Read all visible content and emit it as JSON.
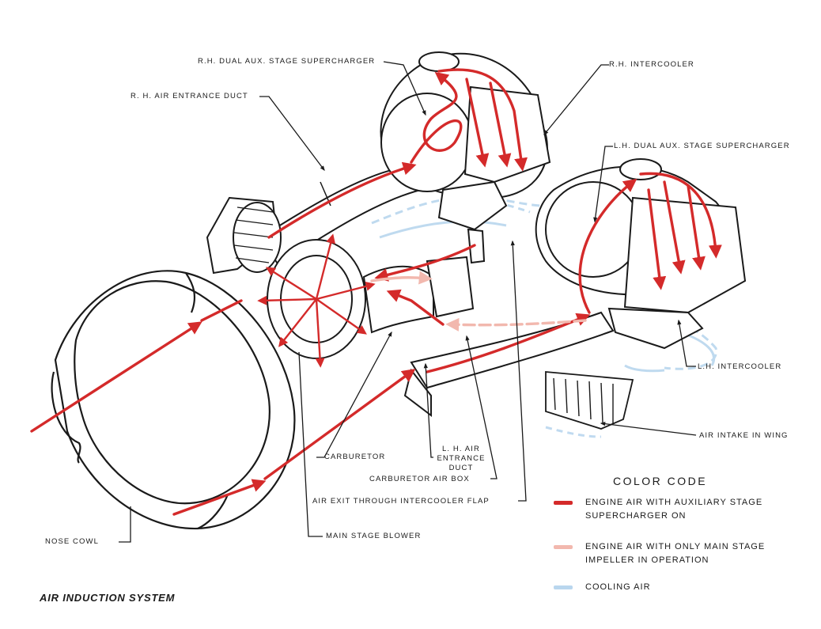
{
  "title": "AIR INDUCTION SYSTEM",
  "labels": {
    "rh_dual_aux": "R.H. DUAL AUX. STAGE SUPERCHARGER",
    "rh_intercooler": "R.H. INTERCOOLER",
    "rh_air_entrance": "R. H. AIR ENTRANCE DUCT",
    "lh_dual_aux": "L.H. DUAL AUX. STAGE SUPERCHARGER",
    "lh_intercooler": "L.H. INTERCOOLER",
    "air_intake_wing": "AIR INTAKE IN WING",
    "carburetor": "CARBURETOR",
    "lh_air_entrance_1": "L. H. AIR",
    "lh_air_entrance_2": "ENTRANCE",
    "lh_air_entrance_3": "DUCT",
    "carburetor_air_box": "CARBURETOR AIR BOX",
    "air_exit_flap": "AIR EXIT THROUGH INTERCOOLER FLAP",
    "nose_cowl": "NOSE COWL",
    "main_stage_blower": "MAIN STAGE BLOWER"
  },
  "color_code": {
    "heading": "COLOR CODE",
    "items": [
      {
        "line1": "ENGINE AIR WITH AUXILIARY STAGE",
        "line2": "SUPERCHARGER ON",
        "color": "#d42a2a"
      },
      {
        "line1": "ENGINE AIR WITH ONLY MAIN STAGE",
        "line2": "IMPELLER IN OPERATION",
        "color": "#f2b8ae"
      },
      {
        "line1": "COOLING AIR",
        "line2": "",
        "color": "#b9d6ee"
      }
    ]
  },
  "colors": {
    "engine_air_aux": "#d42a2a",
    "engine_air_main": "#f2b8ae",
    "cooling_air": "#b9d6ee",
    "line": "#1a1a1a"
  }
}
